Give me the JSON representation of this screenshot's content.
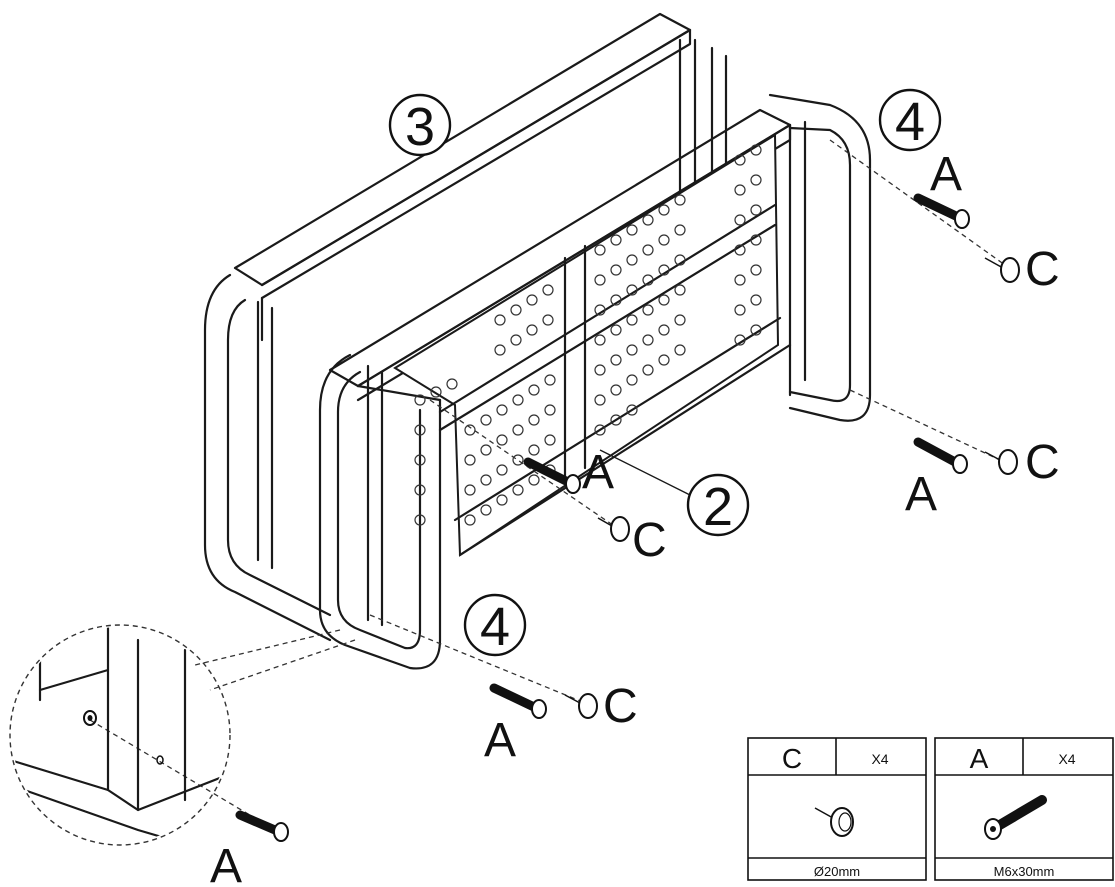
{
  "callouts": {
    "part_3": "3",
    "part_2": "2",
    "part_4_top": "4",
    "part_4_bottom": "4"
  },
  "labels": {
    "a_top_right": "A",
    "c_top_right": "C",
    "a_mid_right": "A",
    "c_mid_right": "C",
    "a_center": "A",
    "c_center": "C",
    "a_lower": "A",
    "c_lower": "C",
    "a_detail": "A"
  },
  "parts_table": [
    {
      "letter": "C",
      "qty": "X4",
      "spec": "Ø20mm",
      "icon": "cap-nut-icon"
    },
    {
      "letter": "A",
      "qty": "X4",
      "spec": "M6x30mm",
      "icon": "bolt-icon"
    }
  ]
}
